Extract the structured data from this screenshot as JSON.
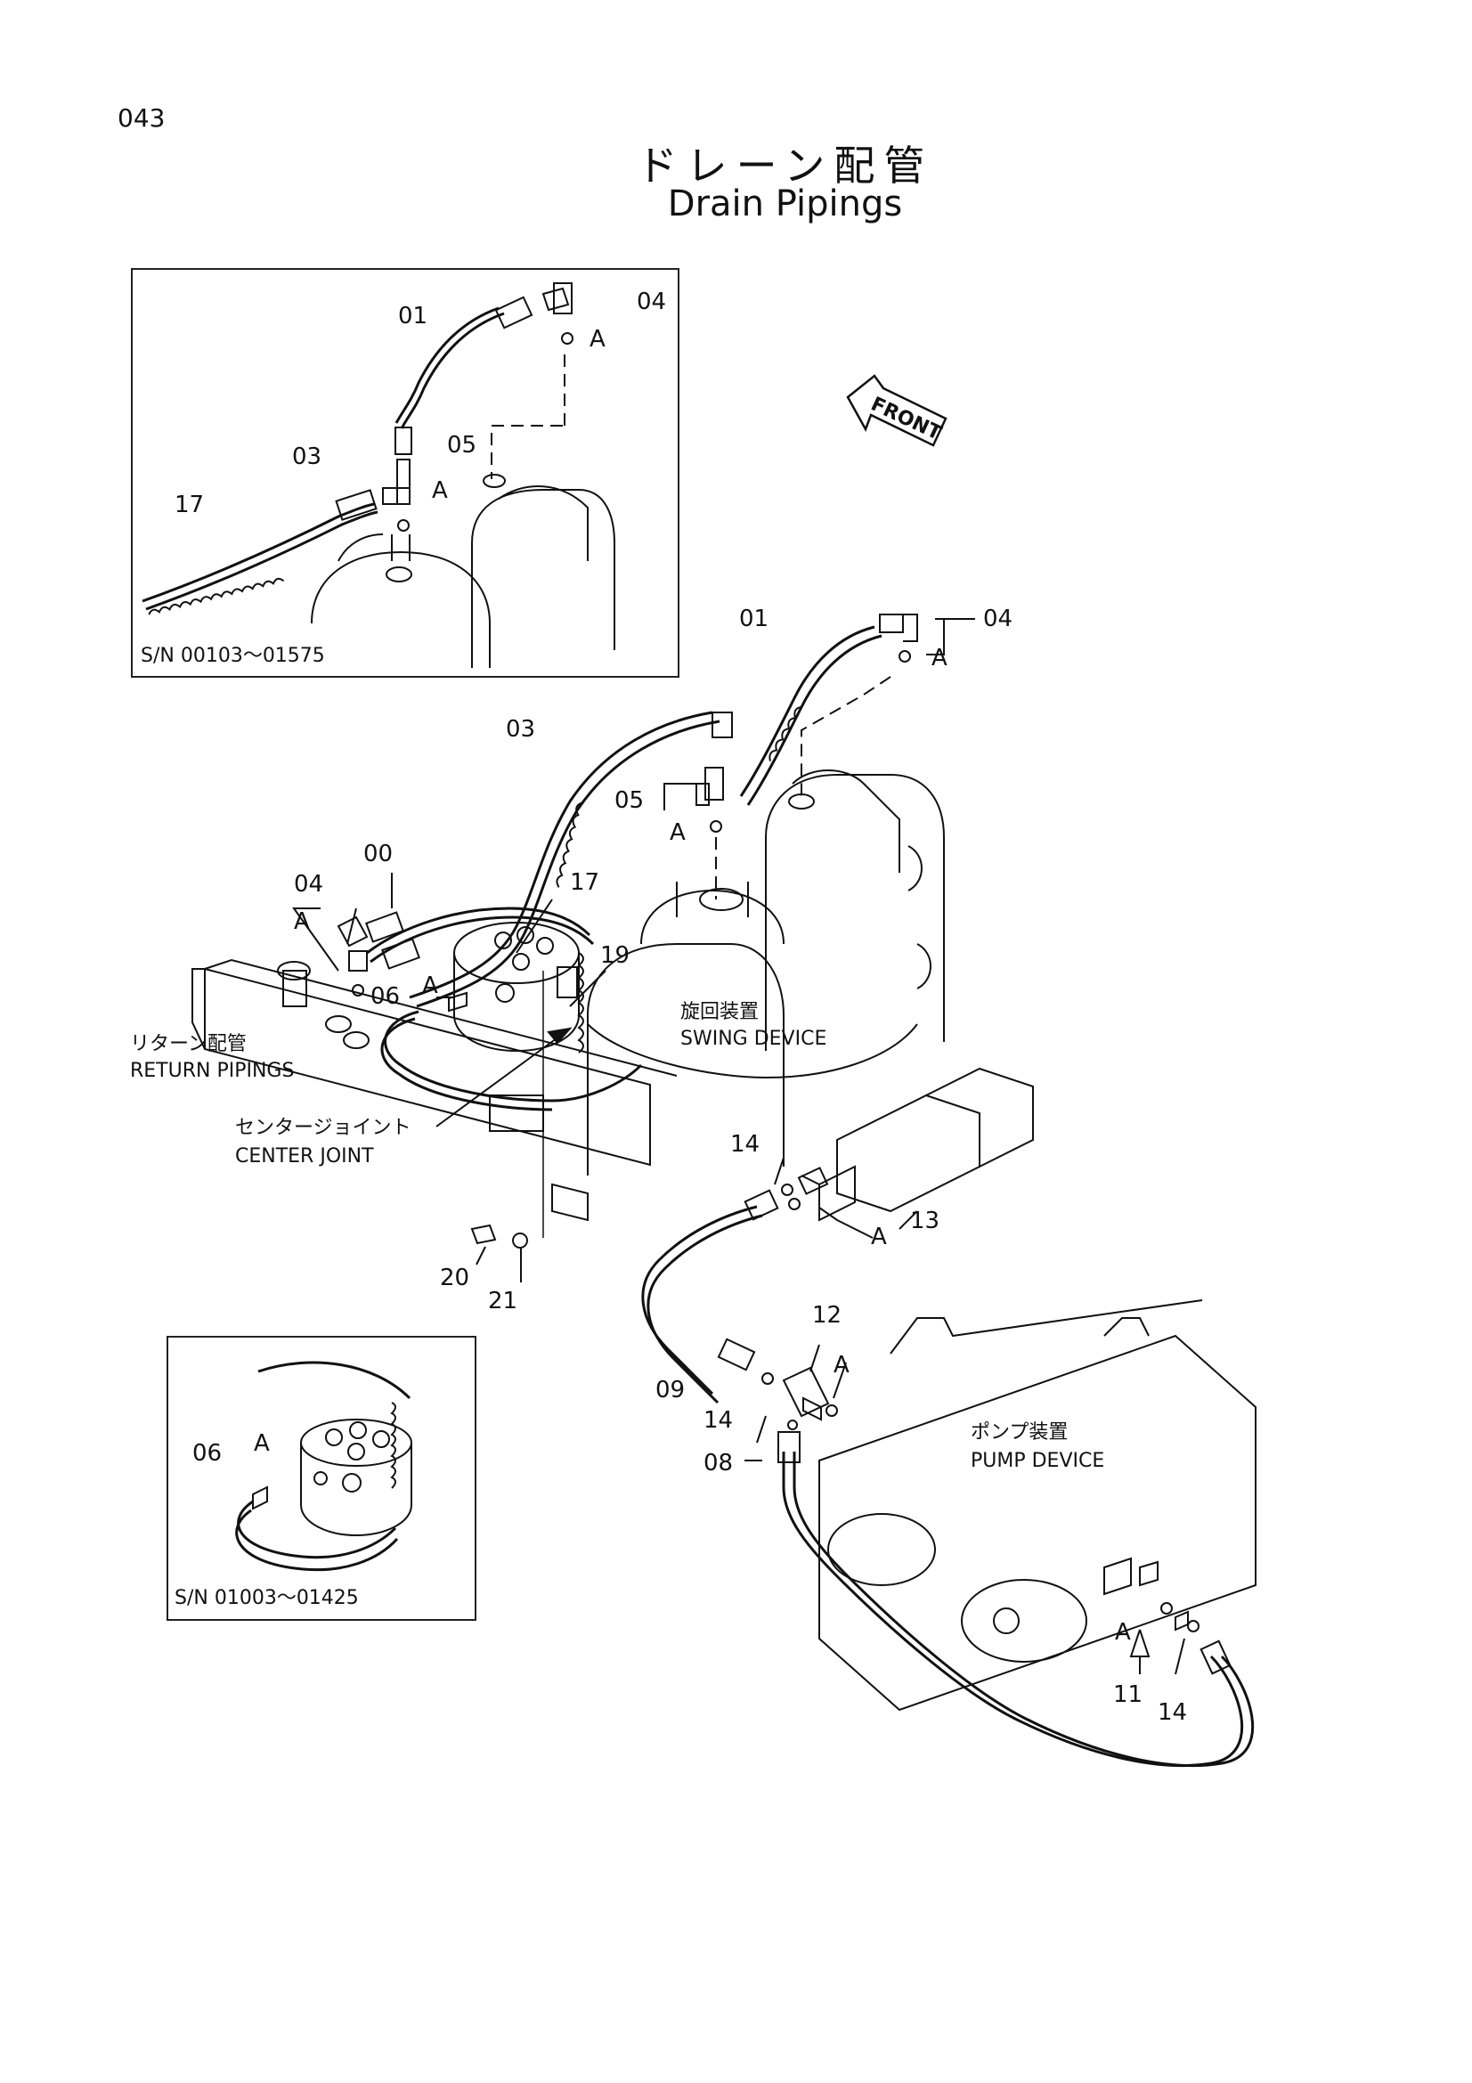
{
  "page_number": "043",
  "title_jp": "ドレーン配管",
  "title_en": "Drain Pipings",
  "front_label": "FRONT",
  "inset_top": {
    "serial": "S/N 00103～01575",
    "labels": [
      "01",
      "04",
      "A",
      "03",
      "05",
      "A",
      "17"
    ]
  },
  "inset_bottom": {
    "serial": "S/N 01003～01425",
    "labels": [
      "06",
      "A"
    ]
  },
  "main_labels": {
    "p01": "01",
    "p04a": "04",
    "p04a_A": "A",
    "p03": "03",
    "p05": "05",
    "p05_A": "A",
    "p00": "00",
    "p04b": "04",
    "p04b_A": "A",
    "p17": "17",
    "p06": "06",
    "p06_A": "A",
    "p19": "19",
    "p14a": "14",
    "p13": "13",
    "p13_A": "A",
    "p20": "20",
    "p21": "21",
    "p12": "12",
    "p12_A": "A",
    "p09": "09",
    "p14b": "14",
    "p08": "08",
    "p11_A": "A",
    "p11": "11",
    "p14c": "14"
  },
  "callouts": {
    "swing_jp": "旋回装置",
    "swing_en": "SWING DEVICE",
    "return_jp": "リターン配管",
    "return_en": "RETURN PIPINGS",
    "center_jp": "センタージョイント",
    "center_en": "CENTER JOINT",
    "pump_jp": "ポンプ装置",
    "pump_en": "PUMP DEVICE"
  }
}
